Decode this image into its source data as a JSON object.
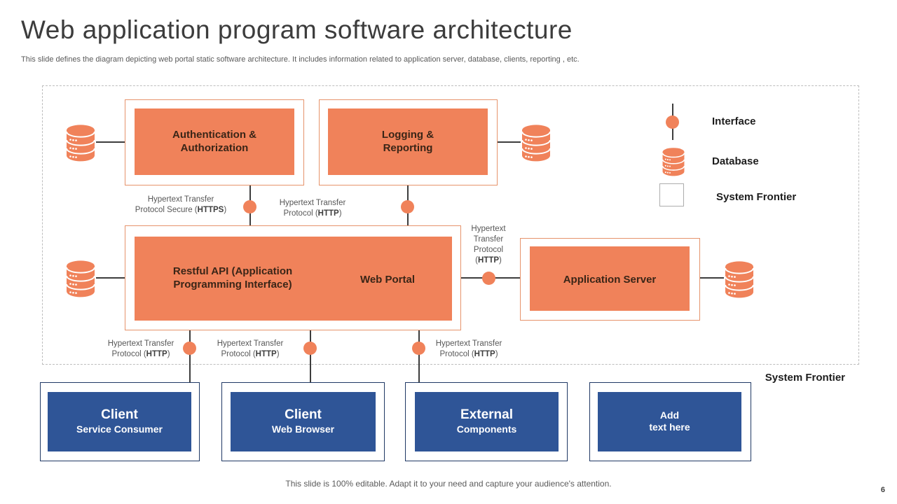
{
  "slide": {
    "title": "Web application program software architecture",
    "subtitle": "This slide defines the diagram depicting web portal static software architecture. It includes information related to application server, database, clients, reporting , etc.",
    "footer": "This slide is 100% editable. Adapt it to your need and capture your audience's attention.",
    "page_number": "6"
  },
  "colors": {
    "orange": "#F0825A",
    "orange_border": "#E6936B",
    "blue": "#2F5597",
    "navy_border": "#1F3864",
    "connector": "#3d3d3d"
  },
  "legend": {
    "interface_label": "Interface",
    "database_label": "Database",
    "frontier_label": "System Frontier"
  },
  "frontier": {
    "bottom_label": "System Frontier"
  },
  "nodes": {
    "auth": {
      "line1": "Authentication &",
      "line2": "Authorization"
    },
    "logging": {
      "line1": "Logging &",
      "line2": "Reporting"
    },
    "restful_api": {
      "line1": "Restful API (Application",
      "line2": "Programming Interface)"
    },
    "web_portal": {
      "label": "Web Portal"
    },
    "app_server": {
      "label": "Application Server"
    }
  },
  "protocols": {
    "https_secure": {
      "lines": [
        "Hypertext Transfer"
      ],
      "pre": "Protocol Secure (",
      "bold": "HTTPS",
      "post": ")"
    },
    "http_top": {
      "lines": [
        "Hypertext Transfer"
      ],
      "pre": "Protocol (",
      "bold": "HTTP",
      "post": ")"
    },
    "http_right": {
      "lines": [
        "Hypertext",
        "Transfer",
        "Protocol"
      ],
      "pre": "(",
      "bold": "HTTP",
      "post": ")"
    },
    "http_bottom_left": {
      "lines": [
        "Hypertext Transfer"
      ],
      "pre": "Protocol (",
      "bold": "HTTP",
      "post": ")"
    },
    "http_bottom_mid": {
      "lines": [
        "Hypertext Transfer"
      ],
      "pre": "Protocol (",
      "bold": "HTTP",
      "post": ")"
    },
    "http_bottom_right": {
      "lines": [
        "Hypertext Transfer"
      ],
      "pre": "Protocol (",
      "bold": "HTTP",
      "post": ")"
    }
  },
  "clients": [
    {
      "title": "Client",
      "subtitle": "Service Consumer"
    },
    {
      "title": "Client",
      "subtitle": "Web Browser"
    },
    {
      "title": "External",
      "subtitle": "Components"
    },
    {
      "title": "Add",
      "subtitle": "text here"
    }
  ]
}
